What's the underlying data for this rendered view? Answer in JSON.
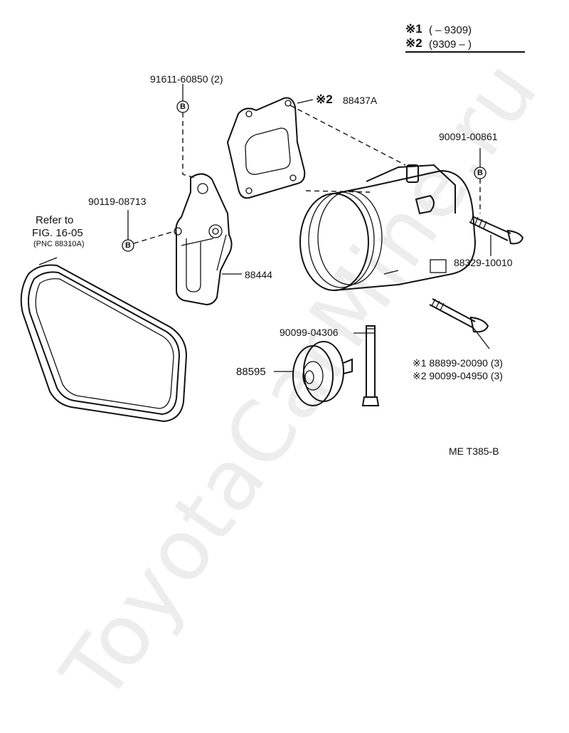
{
  "watermark": "ToyotaCarMine.ru",
  "legend": {
    "row1": {
      "mark": "※1",
      "range": "(        – 9309)"
    },
    "row2": {
      "mark": "※2",
      "range": "(9309 –          )"
    }
  },
  "callouts": {
    "bolt_top": "91611-60850 (2)",
    "bracket_mark": "※2",
    "bracket_part": "88437A",
    "bolt_left": "90119-08713",
    "refer_line1": "Refer to",
    "refer_line2": "FIG. 16-05",
    "refer_line3": "(PNC 88310A)",
    "adjusting_bar": "88444",
    "bolt_right": "90091-00861",
    "compressor": "88329-10010",
    "pulley_bolt": "90099-04306",
    "idler_pulley": "88595",
    "stud1": "※1 88899-20090 (3)",
    "stud2": "※2 90099-04950 (3)",
    "figure_code": "ME T385-B"
  },
  "badges": {
    "symbol": "B"
  }
}
